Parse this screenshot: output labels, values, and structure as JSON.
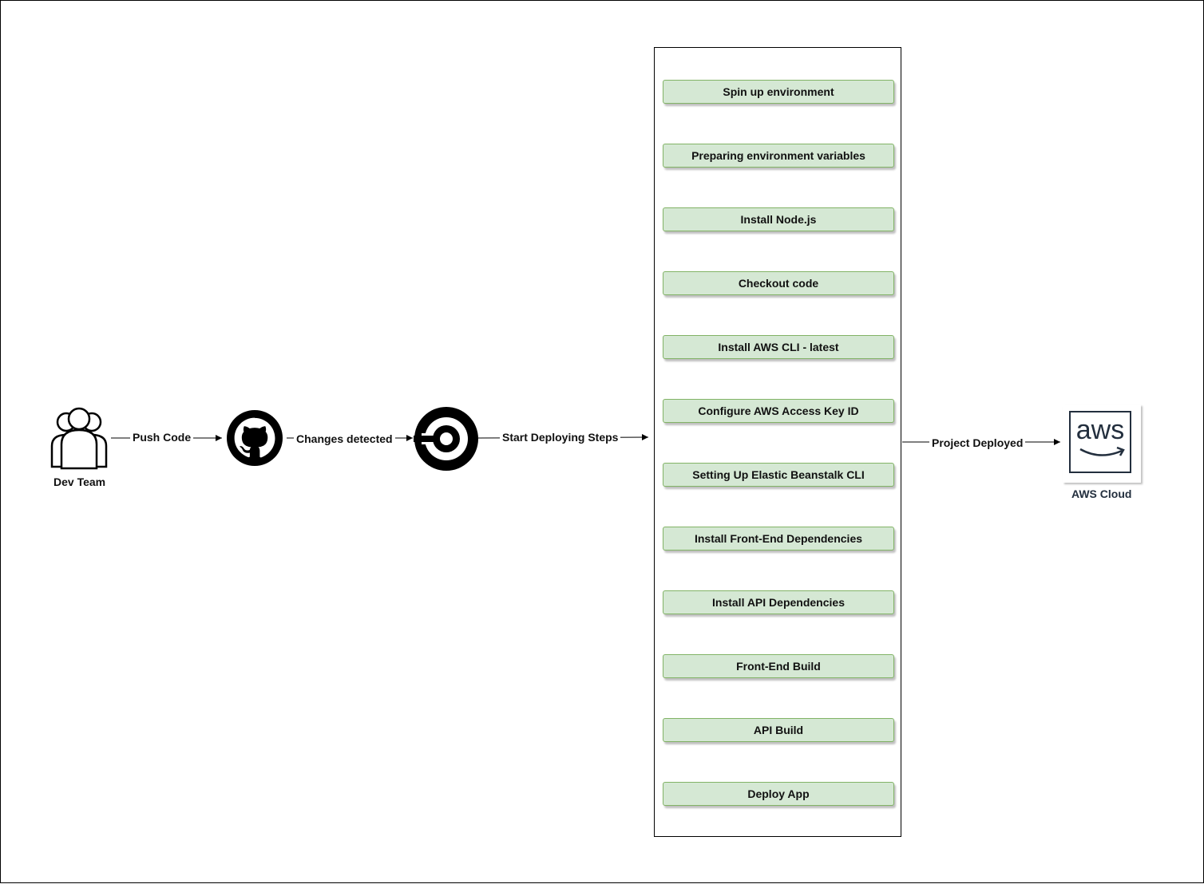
{
  "actors": {
    "dev_team": "Dev Team",
    "aws_cloud": "AWS Cloud",
    "aws_logo_text": "aws"
  },
  "edges": {
    "push_code": "Push Code",
    "changes_detected": "Changes detected",
    "start_deploying": "Start Deploying Steps",
    "project_deployed": "Project Deployed"
  },
  "pipeline": {
    "steps": [
      "Spin up environment",
      "Preparing environment variables",
      "Install Node.js",
      "Checkout code",
      "Install AWS CLI - latest",
      "Configure AWS Access Key ID",
      "Setting Up Elastic Beanstalk CLI",
      "Install Front-End Dependencies",
      "Install API Dependencies",
      "Front-End Build",
      "API Build",
      "Deploy App"
    ]
  },
  "icons": {
    "dev_team": "users-icon",
    "github": "github-icon",
    "circleci": "circleci-icon",
    "aws": "aws-icon"
  },
  "colors": {
    "step_fill": "#d5e8d4",
    "step_border": "#82b366"
  }
}
